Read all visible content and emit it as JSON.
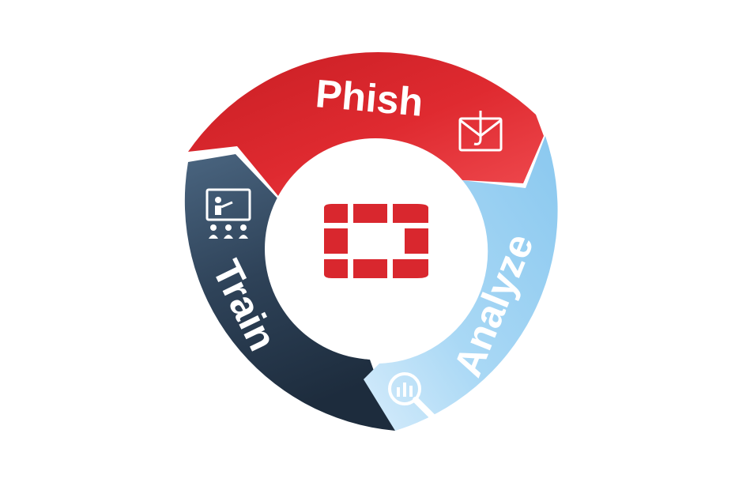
{
  "diagram": {
    "segments": [
      {
        "key": "phish",
        "label": "Phish",
        "icon": "phishing-hook-envelope-icon",
        "color": "#d9272e"
      },
      {
        "key": "analyze",
        "label": "Analyze",
        "icon": "magnifier-chart-icon",
        "color": "#8fcdf0"
      },
      {
        "key": "train",
        "label": "Train",
        "icon": "classroom-presentation-icon",
        "color": "#2b3d52"
      }
    ],
    "center": {
      "icon": "fortinet-logo-icon",
      "color": "#d9272e"
    }
  }
}
